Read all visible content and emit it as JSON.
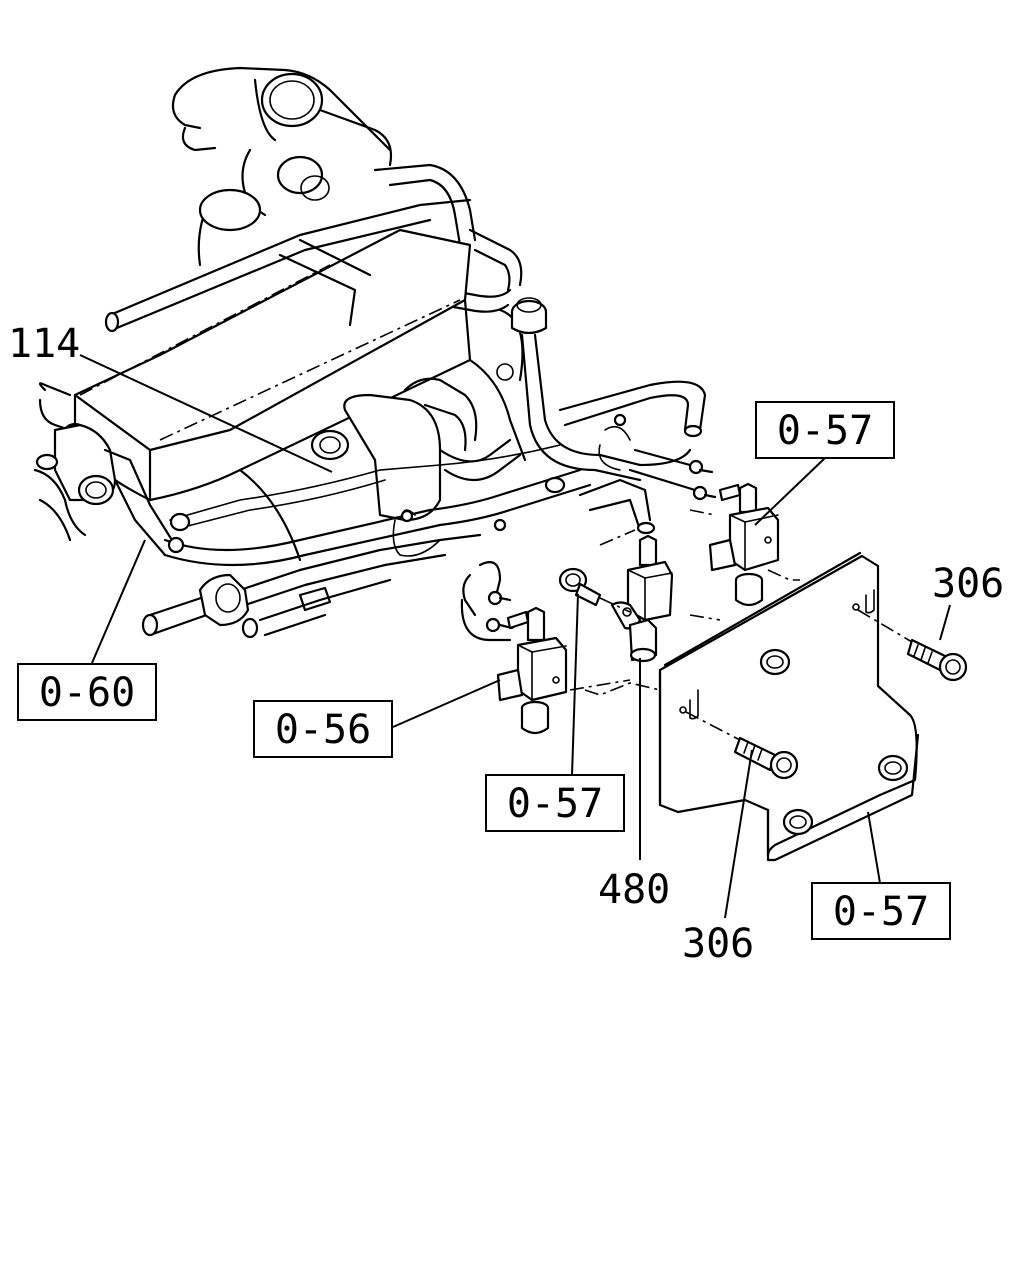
{
  "callouts": {
    "part_114": "114",
    "ref_060": "0-60",
    "ref_056": "0-56",
    "ref_057_top": "0-57",
    "ref_057_mid": "0-57",
    "ref_057_bottom": "0-57",
    "part_306_right": "306",
    "part_306_bottom": "306",
    "part_480": "480"
  }
}
